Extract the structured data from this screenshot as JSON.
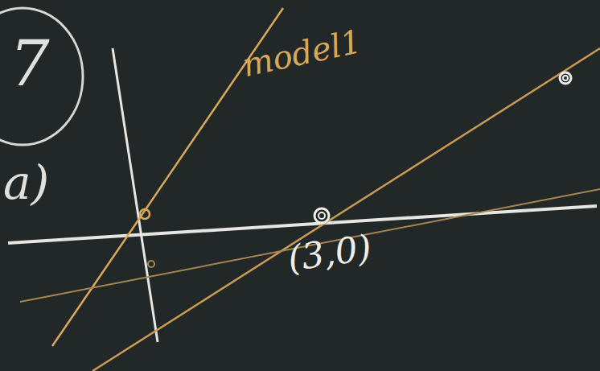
{
  "diagram": {
    "labels": [
      "7",
      "a)",
      "model1",
      "(3,0)"
    ]
  }
}
